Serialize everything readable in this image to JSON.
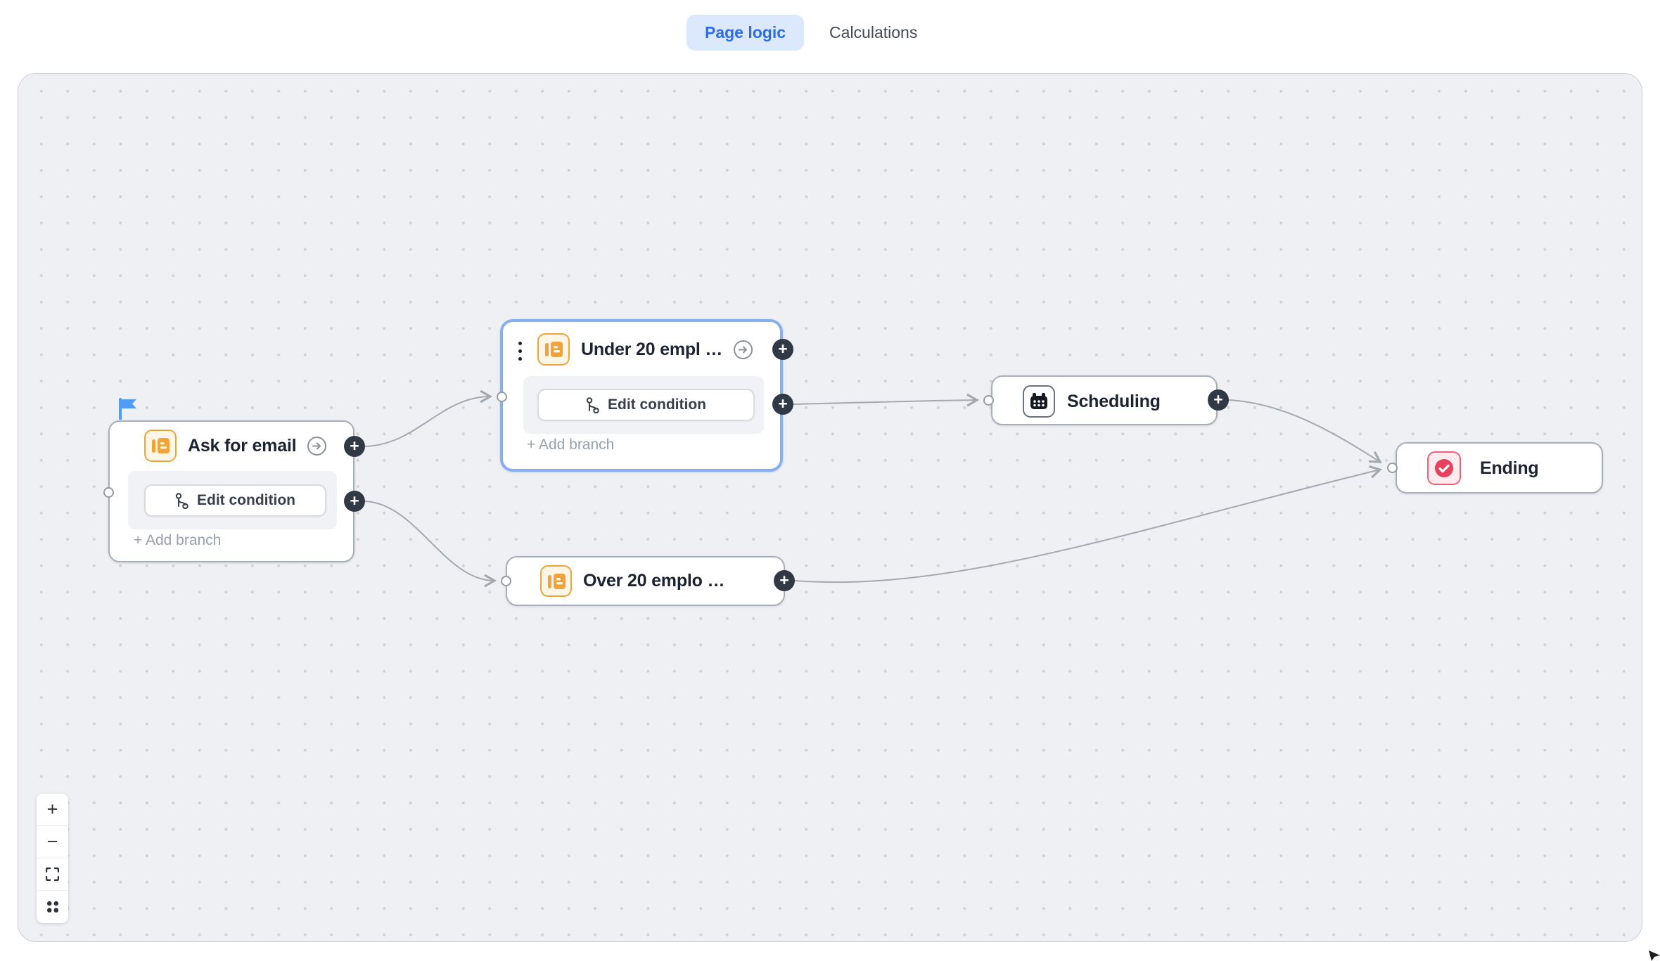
{
  "tabs": {
    "page_logic": "Page logic",
    "calculations": "Calculations"
  },
  "canvas": {
    "nodes": {
      "ask_email": {
        "title": "Ask for email",
        "edit_condition": "Edit condition",
        "add_branch": "+ Add branch",
        "icon": "form-condition-icon"
      },
      "under_20": {
        "title": "Under 20 empl …",
        "edit_condition": "Edit condition",
        "add_branch": "+ Add branch",
        "icon": "form-condition-icon",
        "selected": true
      },
      "over_20": {
        "title": "Over 20 emplo …",
        "icon": "form-condition-icon"
      },
      "scheduling": {
        "title": "Scheduling",
        "icon": "calendar-icon"
      },
      "ending": {
        "title": "Ending",
        "icon": "ending-check-icon"
      }
    },
    "icons": [
      "start-flag-icon",
      "kebab-menu-icon",
      "arrow-right-circle-icon",
      "plus-circle-icon",
      "branch-condition-icon"
    ]
  },
  "glyphs": {
    "plus": "+",
    "zoom_in": "+",
    "zoom_out": "−"
  },
  "zoom_controls": {
    "items": [
      "zoom-in",
      "zoom-out",
      "fit-view",
      "minimap-grid"
    ]
  },
  "colors": {
    "accent_blue": "#2c6ce8",
    "tab_pill_bg": "#dce9fc",
    "selected_border": "#86aef3",
    "node_border": "#a9afb8",
    "canvas_bg": "#eef0f3",
    "wire_gray": "#a4a9b0",
    "plus_dark": "#313947",
    "icon_orange": "#eea43c",
    "ending_red": "#e8415e",
    "flag_blue": "#4f9df7"
  }
}
